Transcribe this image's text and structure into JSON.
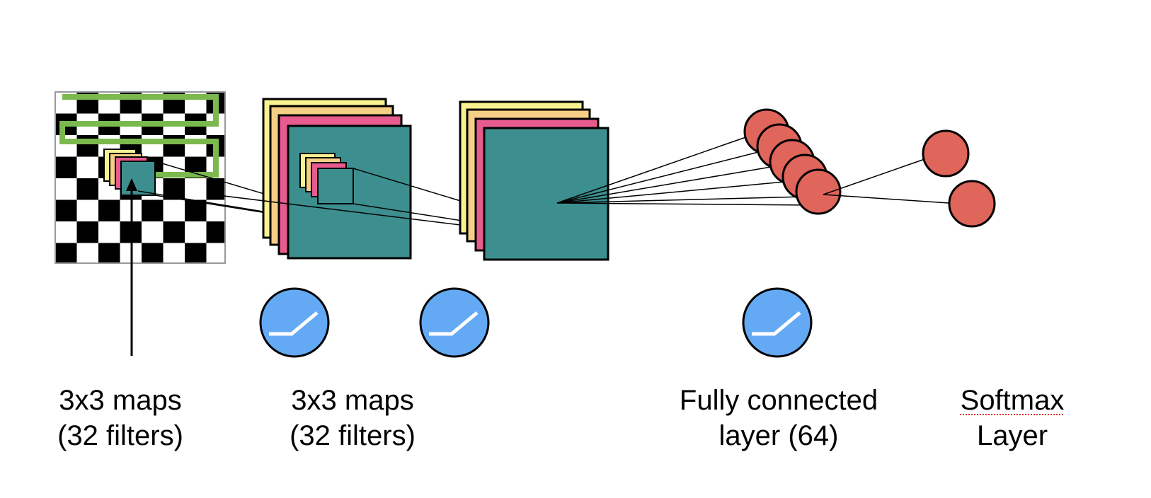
{
  "colors": {
    "teal": "#3d8f8f",
    "yellow": "#f9f291",
    "orange": "#f5cf86",
    "pink": "#e85b8f",
    "neuron": "#e0655a",
    "relu": "#64a9f4",
    "green": "#7bb84e",
    "stroke": "#000000"
  },
  "icons": {
    "relu": "relu-activation-icon",
    "arrow": "arrow-up-icon"
  },
  "labels": {
    "conv1": {
      "line1": "3x3 maps",
      "line2": "(32 filters)"
    },
    "conv2": {
      "line1": "3x3 maps",
      "line2": "(32 filters)"
    },
    "fc": {
      "line1": "Fully connected",
      "line2": "layer (64)"
    },
    "softmax": {
      "line1": "Softmax",
      "line2": "Layer"
    }
  }
}
